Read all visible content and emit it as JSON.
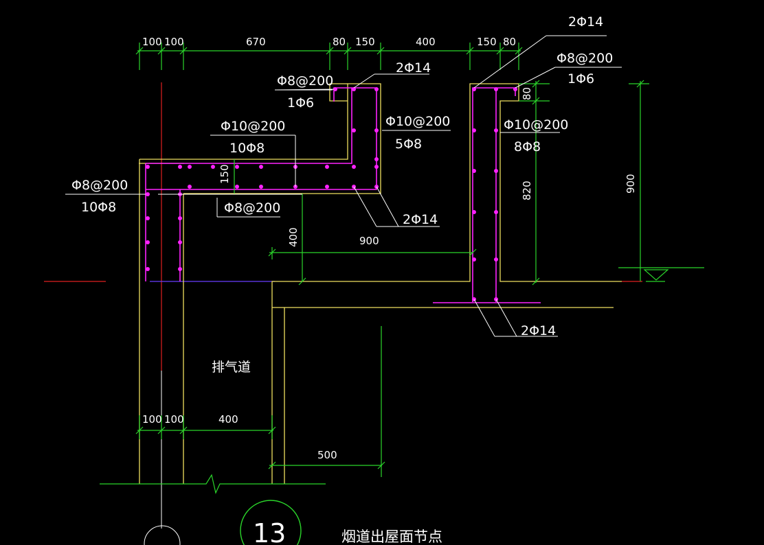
{
  "title": "烟道出屋面节点",
  "detail_number": "13",
  "room_label": "排气道",
  "top_dims": [
    "100",
    "100",
    "670",
    "80",
    "150",
    "400",
    "150",
    "80"
  ],
  "bottom_dims": [
    "100",
    "100",
    "400"
  ],
  "dim_500": "500",
  "dim_900_h": "900",
  "dim_900_v": "900",
  "dim_820": "820",
  "dim_400_v": "400",
  "dim_150_v": "150",
  "dim_80_v": "80",
  "rebar": {
    "left_top_a": "Φ8@200",
    "left_top_b": "1Φ6",
    "left_top_bars": "2Φ14",
    "slab_a": "Φ10@200",
    "slab_b": "10Φ8",
    "upright_a": "Φ10@200",
    "upright_b": "5Φ8",
    "wall_a": "Φ8@200",
    "wall_b": "10Φ8",
    "slab_bottom": "Φ8@200",
    "slab_corner_bars": "2Φ14",
    "right_top_bars": "2Φ14",
    "right_top_a": "Φ8@200",
    "right_top_b": "1Φ6",
    "right_mid_a": "Φ10@200",
    "right_mid_b": "8Φ8",
    "right_bottom_bars": "2Φ14"
  },
  "colors": {
    "background": "#000000",
    "concrete_outline": "#f0e060",
    "dimension": "#2bd62b",
    "rebar": "#ff22ff",
    "axis": "#e02020",
    "text": "#ffffff"
  }
}
